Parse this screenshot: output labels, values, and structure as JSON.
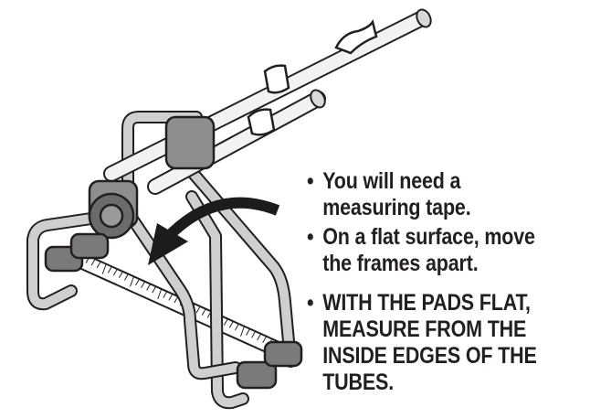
{
  "instructions": {
    "bullet": "•",
    "items": [
      {
        "text": "You will need a measuring tape."
      },
      {
        "text": "On a flat surface, move the frames apart."
      },
      {
        "text": "WITH THE PADS FLAT, MEASURE FROM THE INSIDE EDGES OF THE TUBES."
      }
    ]
  },
  "colors": {
    "ink": "#231f20",
    "frame": "#cfcfcf",
    "frame_shadow": "#8e8e8e",
    "pad": "#7a7a7a",
    "hub": "#6b6b6b",
    "arrow": "#1c1c1c",
    "tube": "#f2f2f2"
  },
  "icons": [
    "bike-rack-illustration",
    "measuring-tape",
    "curved-arrow-icon"
  ]
}
